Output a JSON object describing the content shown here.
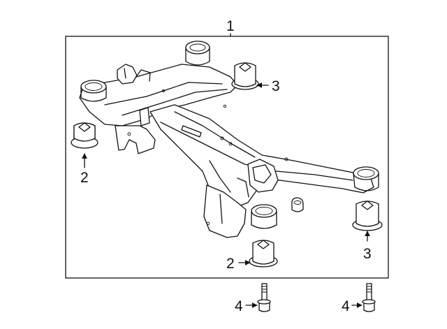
{
  "callouts": {
    "c1": "1",
    "c2_left": "2",
    "c2_bottom": "2",
    "c3_top": "3",
    "c3_right": "3",
    "c4_left": "4",
    "c4_right": "4"
  }
}
